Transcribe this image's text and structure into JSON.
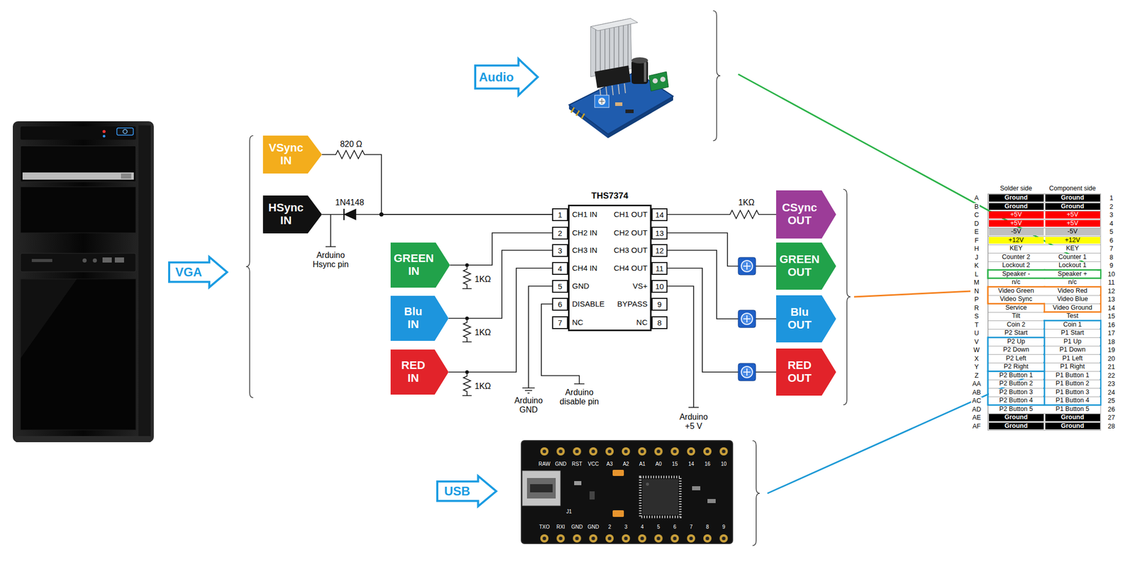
{
  "diagram": {
    "nodes": [
      {
        "text": [
          "Audio"
        ]
      },
      {
        "text": [
          "VGA"
        ]
      },
      {
        "text": [
          "VSync IN"
        ]
      },
      {
        "text": [
          "HSync IN"
        ]
      },
      {
        "text": [
          "THS7374"
        ]
      },
      {
        "text": [
          "1"
        ]
      },
      {
        "text": [
          "2"
        ]
      },
      {
        "text": [
          "3"
        ]
      },
      {
        "text": [
          "4"
        ]
      },
      {
        "text": [
          "5"
        ]
      },
      {
        "text": [
          "6"
        ]
      },
      {
        "text": [
          "7"
        ]
      },
      {
        "text": [
          "8"
        ]
      },
      {
        "text": [
          "9"
        ]
      },
      {
        "text": [
          "10"
        ]
      },
      {
        "text": [
          "11"
        ]
      },
      {
        "text": [
          "12"
        ]
      },
      {
        "text": [
          "13"
        ]
      },
      {
        "text": [
          "14"
        ]
      },
      {
        "text": [
          "GREEN IN"
        ]
      },
      {
        "text": [
          "Blu IN"
        ]
      },
      {
        "text": [
          "RED IN"
        ]
      },
      {
        "text": [
          "CSync OUT"
        ]
      },
      {
        "text": [
          "GREEN OUT"
        ]
      },
      {
        "text": [
          "Blu OUT"
        ]
      },
      {
        "text": [
          "RED OUT"
        ]
      },
      {
        "text": [
          "USB"
        ]
      }
    ],
    "edges": [
      {
        "from": 2,
        "to": 5,
        "arrow": "none"
      },
      {
        "from": 3,
        "to": 5,
        "arrow": "none"
      },
      {
        "from": 19,
        "to": 6,
        "arrow": "none"
      },
      {
        "from": 20,
        "to": 7,
        "arrow": "none"
      },
      {
        "from": 21,
        "to": 8,
        "arrow": "none"
      },
      {
        "from": 18,
        "to": 22,
        "arrow": "none"
      },
      {
        "from": 17,
        "to": 23,
        "arrow": "none"
      },
      {
        "from": 16,
        "to": 24,
        "arrow": "none"
      },
      {
        "from": 15,
        "to": 25,
        "arrow": "none"
      }
    ],
    "labels": [
      "820 Ω",
      "1N4148",
      "Arduino Hsync pin",
      "CH1 IN",
      "CH2 IN",
      "CH3 IN",
      "CH4 IN",
      "GND",
      "DISABLE",
      "NC",
      "CH1 OUT",
      "CH2 OUT",
      "CH3 OUT",
      "CH4 OUT",
      "VS+",
      "BYPASS",
      "NC",
      "1KΩ",
      "1KΩ",
      "1KΩ",
      "1KΩ",
      "Arduino GND",
      "Arduino disable pin",
      "Arduino +5 V",
      "RAW",
      "GND",
      "RST",
      "VCC",
      "A3",
      "A2",
      "A1",
      "A0",
      "15",
      "14",
      "16",
      "10",
      "TXO",
      "RXI",
      "GND",
      "GND",
      "2",
      "3",
      "4",
      "5",
      "6",
      "7",
      "8",
      "9",
      "J1",
      "Solder side",
      "Component side",
      "A",
      "Ground",
      "Ground",
      "1",
      "B",
      "Ground",
      "Ground",
      "2",
      "C",
      "+5V",
      "+5V",
      "3",
      "D",
      "+5V",
      "+5V",
      "4",
      "E",
      "-5V",
      "-5V",
      "5",
      "F",
      "+12V",
      "+12V",
      "6",
      "H",
      "KEY",
      "KEY",
      "7",
      "J",
      "Counter 2",
      "Counter 1",
      "8",
      "K",
      "Lockout 2",
      "Lockout 1",
      "9",
      "L",
      "Speaker -",
      "Speaker +",
      "10",
      "M",
      "n/c",
      "n/c",
      "11",
      "N",
      "Video Green",
      "Video Red",
      "12",
      "P",
      "Video Sync",
      "Video Blue",
      "13",
      "R",
      "Service",
      "Video Ground",
      "14",
      "S",
      "Tilt",
      "Test",
      "15",
      "T",
      "Coin 2",
      "Coin 1",
      "16",
      "U",
      "P2 Start",
      "P1 Start",
      "17",
      "V",
      "P2 Up",
      "P1 Up",
      "18",
      "W",
      "P2 Down",
      "P1 Down",
      "19",
      "X",
      "P2 Left",
      "P1 Left",
      "20",
      "Y",
      "P2 Right",
      "P1 Right",
      "21",
      "Z",
      "P2 Button 1",
      "P1 Button 1",
      "22",
      "AA",
      "P2 Button 2",
      "P1 Button 2",
      "23",
      "AB",
      "P2 Button 3",
      "P1 Button 3",
      "24",
      "AC",
      "P2 Button 4",
      "P1 Button 4",
      "25",
      "AD",
      "P2 Button 5",
      "P1 Button 5",
      "26",
      "AE",
      "Ground",
      "Ground",
      "27",
      "AF",
      "Ground",
      "Ground",
      "28"
    ]
  }
}
